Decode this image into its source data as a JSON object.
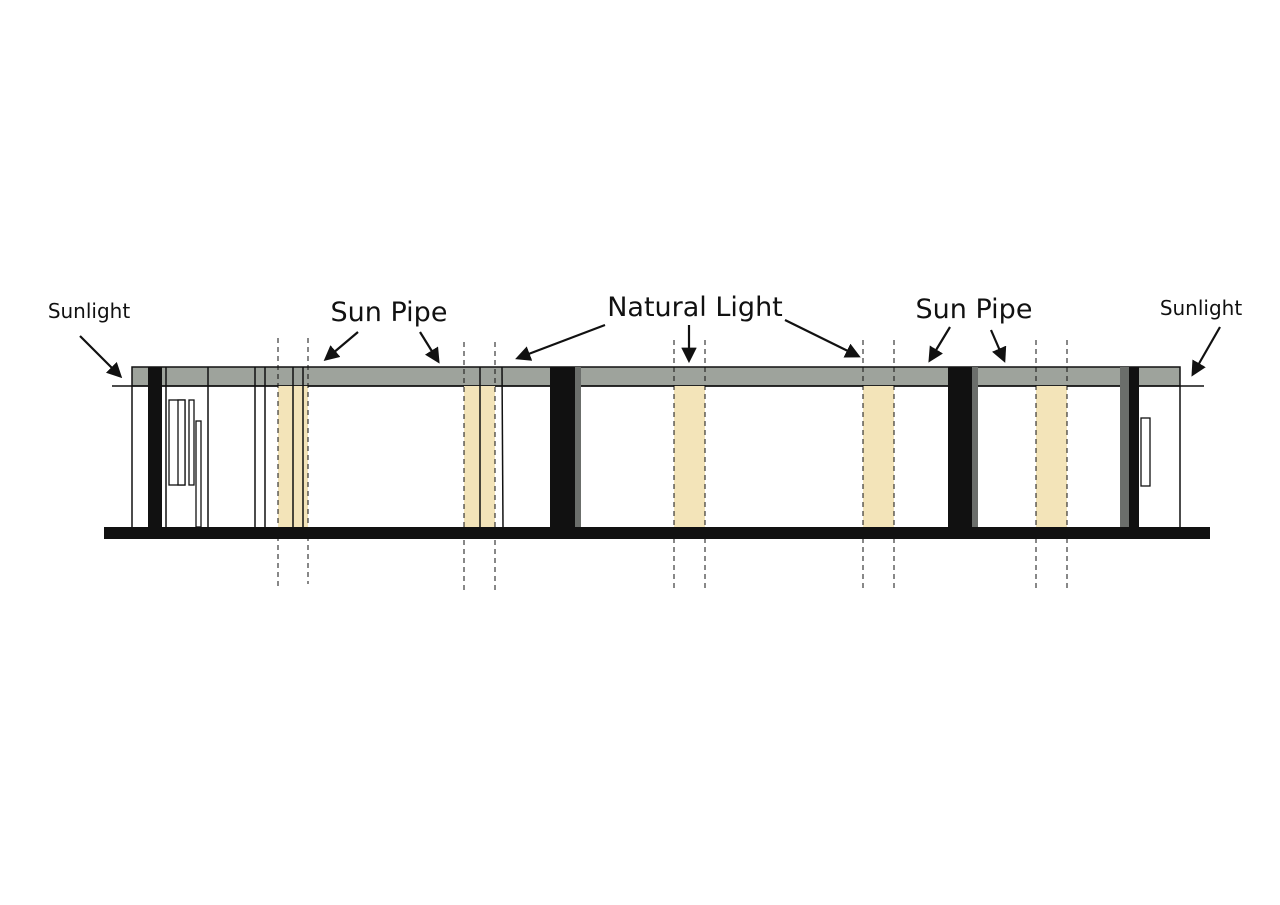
{
  "labels": {
    "sunlight_left": "Sunlight",
    "sun_pipe_left": "Sun Pipe",
    "natural_light": "Natural Light",
    "sun_pipe_right": "Sun Pipe",
    "sunlight_right": "Sunlight"
  },
  "colors": {
    "roof": "#9ea39c",
    "light_shaft": "#f3e4b9",
    "structure": "#111111",
    "wall_grey": "#6b6e6b",
    "line": "#111111"
  }
}
